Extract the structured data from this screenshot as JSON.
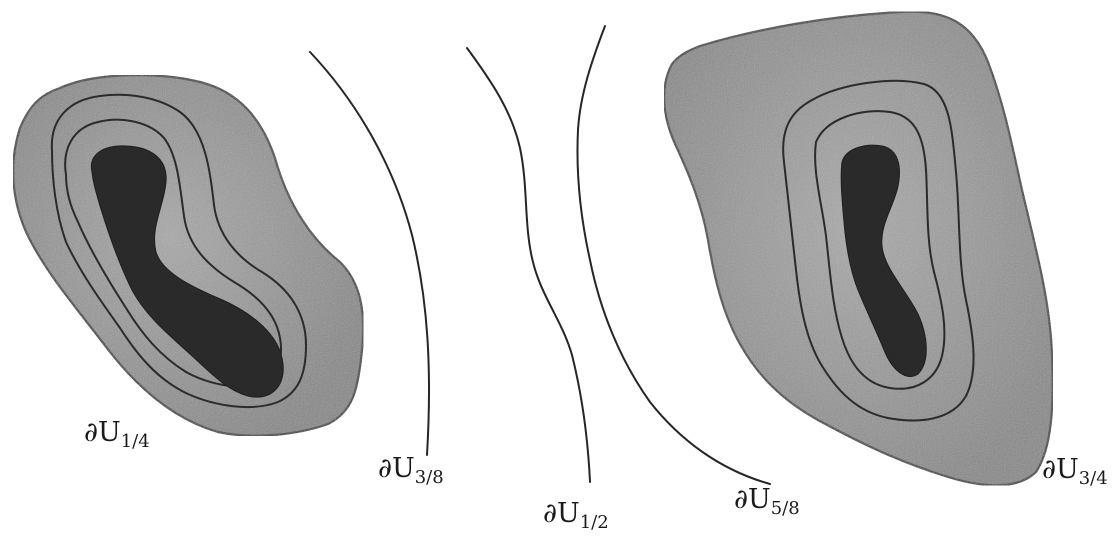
{
  "labels": {
    "u_1_4": {
      "symbol": "∂U",
      "sub": "1/4"
    },
    "u_3_8": {
      "symbol": "∂U",
      "sub": "3/8"
    },
    "u_1_2": {
      "symbol": "∂U",
      "sub": "1/2"
    },
    "u_5_8": {
      "symbol": "∂U",
      "sub": "5/8"
    },
    "u_3_4": {
      "symbol": "∂U",
      "sub": "3/4"
    }
  },
  "colors": {
    "region_fill_outer": "#8c8c8c",
    "region_fill_inner": "#a6a6a6",
    "core_fill": "#2a2a2a",
    "stroke": "#2b2b2b",
    "background": "#ffffff"
  }
}
